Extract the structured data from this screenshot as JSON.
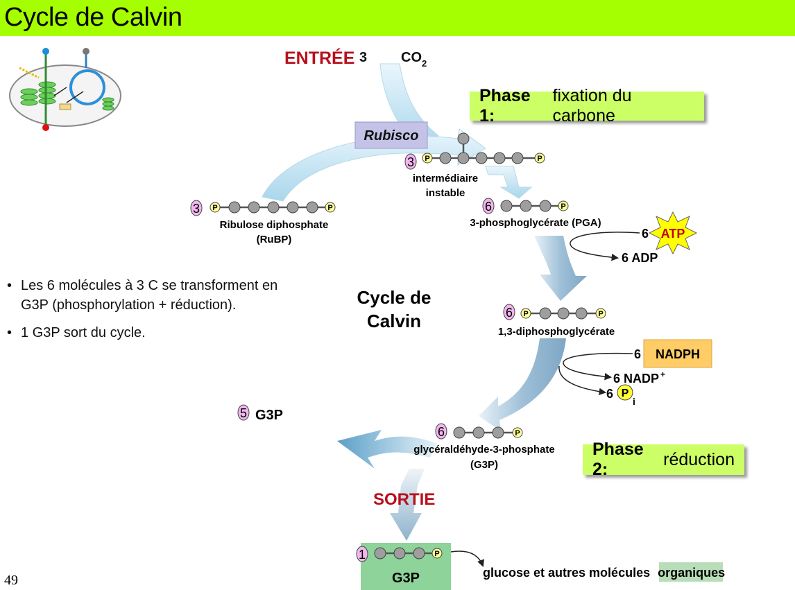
{
  "title": "Cycle de Calvin",
  "entry": {
    "label": "ENTRÉE",
    "count": "3",
    "molecule": "CO",
    "subscript": "2"
  },
  "rubisco": "Rubisco",
  "phase1": {
    "bold": "Phase 1:",
    "text": "fixation du carbone"
  },
  "phase2": {
    "bold": "Phase 2:",
    "text": "réduction"
  },
  "intermediate": {
    "count": "3",
    "label_line1": "intermédiaire",
    "label_line2": "instable"
  },
  "rubp": {
    "count": "3",
    "label_line1": "Ribulose diphosphate",
    "label_line2": "(RuBP)"
  },
  "pga": {
    "count": "6",
    "label": "3-phosphoglycérate (PGA)"
  },
  "atp": {
    "count": "6",
    "label": "ATP"
  },
  "adp": {
    "label": "6 ADP"
  },
  "cycle_label": {
    "line1": "Cycle de",
    "line2": "Calvin"
  },
  "dpg": {
    "count": "6",
    "label": "1,3-diphosphoglycérate"
  },
  "nadph": {
    "count": "6",
    "label": "NADPH"
  },
  "nadp": {
    "label": "6 NADP",
    "superscript": "+"
  },
  "pi": {
    "count": "6",
    "letter": "P",
    "subscript": "i"
  },
  "g3p_recycled": {
    "count": "5",
    "label": "G3P"
  },
  "g3p": {
    "count": "6",
    "label_line1": "glycéraldéhyde-3-phosphate",
    "label_line2": "(G3P)"
  },
  "exit": {
    "label": "SORTIE"
  },
  "output": {
    "count": "1",
    "box_label": "G3P",
    "text": "glucose et autres molécules",
    "highlight": "organiques"
  },
  "phosphate_letter": "P",
  "bullets": [
    "Les  6 molécules à 3 C se transforment en G3P (phosphorylation + réduction).",
    "1 G3P sort du cycle."
  ],
  "slide_number": "49",
  "colors": {
    "title_bar": "#a6ff00",
    "phase_box": "#ccff66",
    "entry_exit_red": "#b8101c",
    "count_circle": "#f2b6ee",
    "phosphate": "#ffff99",
    "atp_star": "#ffff00",
    "nadph_box": "#ffcc66",
    "g3p_box": "#8dd39a",
    "rubisco_box": "#c5c2e8",
    "organiques_bg": "#b8ddb8",
    "arrow_light": "#c6e4f2",
    "arrow_dark": "#7ea6c4"
  }
}
